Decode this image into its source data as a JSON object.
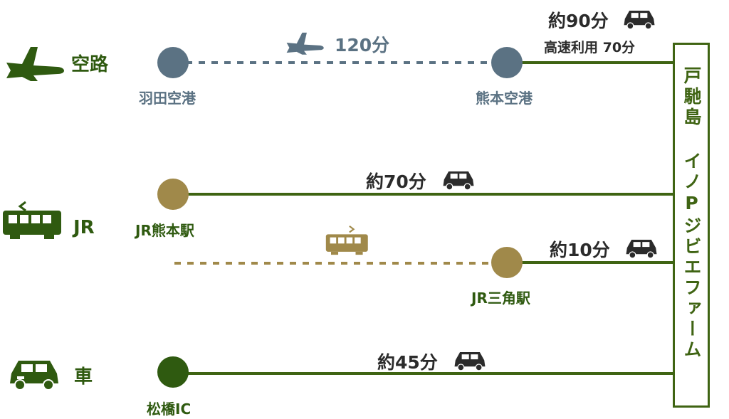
{
  "modes": {
    "air": {
      "label": "空路",
      "icon": "airplane-icon"
    },
    "rail": {
      "label": "JR",
      "icon": "train-icon"
    },
    "car": {
      "label": "車",
      "icon": "car-icon"
    }
  },
  "stations": {
    "haneda": "羽田空港",
    "kumamoto_airport": "熊本空港",
    "kumamoto_station": "JR熊本駅",
    "misumi_station": "JR三角駅",
    "matsubase_ic": "松橋IC"
  },
  "times": {
    "flight": "120分",
    "airport_car": "約90分",
    "airport_car_highway": "高速利用 70分",
    "kumamoto_car": "約70分",
    "misumi_car": "約10分",
    "ic_car": "約45分"
  },
  "destination": {
    "name": "戸馳島 イノPジビエファーム"
  },
  "colors": {
    "air_line": "#5b7283",
    "rail_node": "#a0894a",
    "green_line": "#3f6413",
    "car_node": "#2f5a10"
  }
}
